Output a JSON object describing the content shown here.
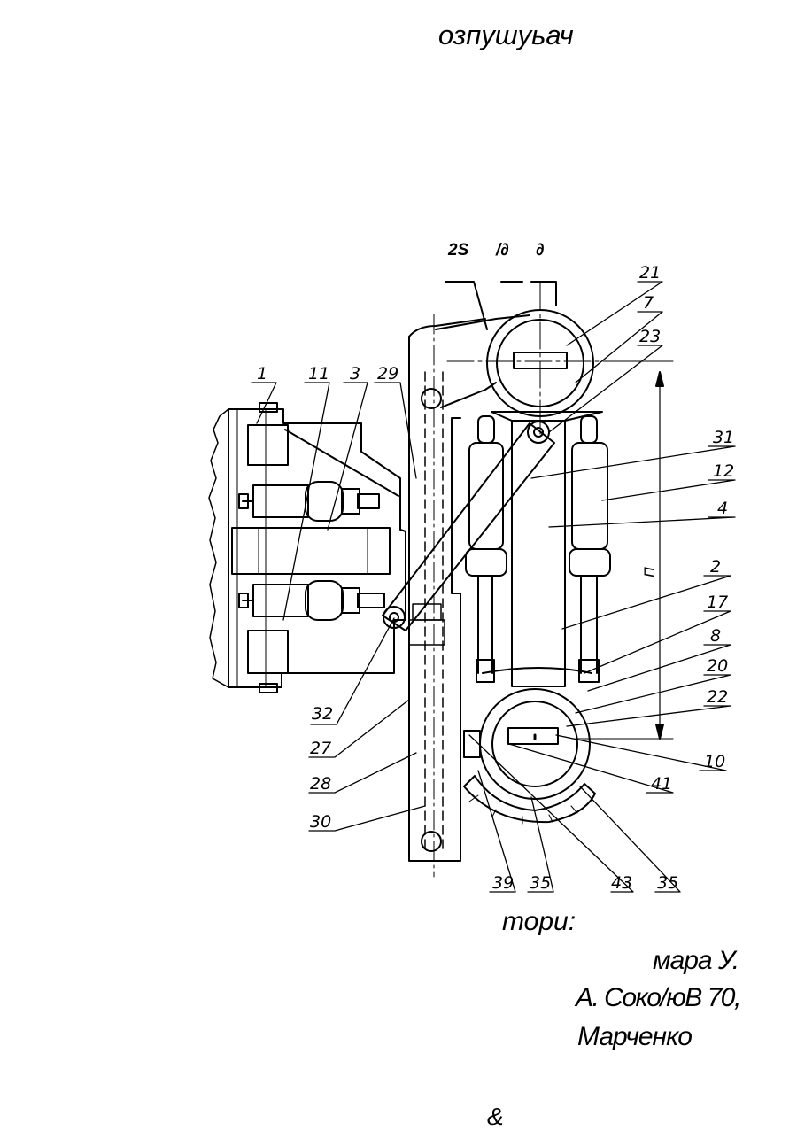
{
  "title": "озпушуьач",
  "top_labels": [
    "2S",
    "/∂",
    "∂"
  ],
  "callouts": {
    "c1": "1",
    "c11": "11",
    "c3": "3",
    "c29": "29",
    "c21": "21",
    "c7": "7",
    "c23": "23",
    "c31": "31",
    "c12": "12",
    "c4": "4",
    "c2": "2",
    "c17": "17",
    "c8": "8",
    "c20": "20",
    "c22": "22",
    "c10": "10",
    "c41": "41",
    "c32": "32",
    "c27": "27",
    "c28": "28",
    "c30": "30",
    "c39": "39",
    "c35a": "35",
    "c43": "43",
    "c35b": "35",
    "dim": "п"
  },
  "authors": {
    "heading": "тори:",
    "lines": [
      "мара У.",
      "А. Соко/юВ 70,",
      "Марченко"
    ]
  },
  "footer_mark": "&"
}
